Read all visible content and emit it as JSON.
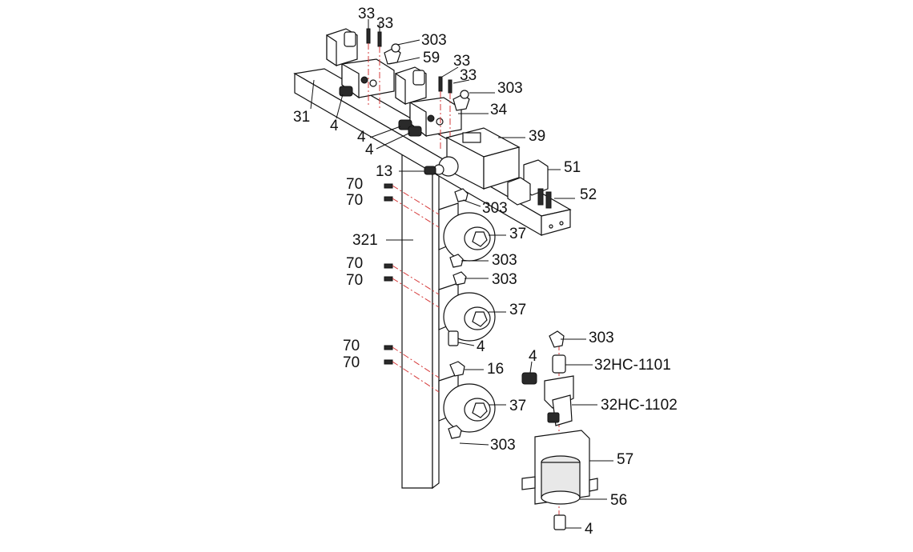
{
  "callouts": {
    "c33a": "33",
    "c33b": "33",
    "c303a": "303",
    "c59": "59",
    "c33c": "33",
    "c33d": "33",
    "c303b": "303",
    "c34": "34",
    "c31": "31",
    "c4a": "4",
    "c4b": "4",
    "c4c": "4",
    "c39": "39",
    "c13": "13",
    "c51": "51",
    "c52": "52",
    "c70a": "70",
    "c70b": "70",
    "c303c": "303",
    "c37a": "37",
    "c321": "321",
    "c303d": "303",
    "c70c": "70",
    "c70d": "70",
    "c303e": "303",
    "c37b": "37",
    "c4d": "4",
    "c303f": "303",
    "c4e": "4",
    "c32hc1101": "32HC-1101",
    "c70e": "70",
    "c70f": "70",
    "c16": "16",
    "c32hc1102": "32HC-1102",
    "c37c": "37",
    "c303g": "303",
    "c57": "57",
    "c56": "56",
    "c4f": "4"
  },
  "colors": {
    "line": "#111111",
    "centerline": "#d63a3a",
    "shade": "#2a2a2a"
  }
}
